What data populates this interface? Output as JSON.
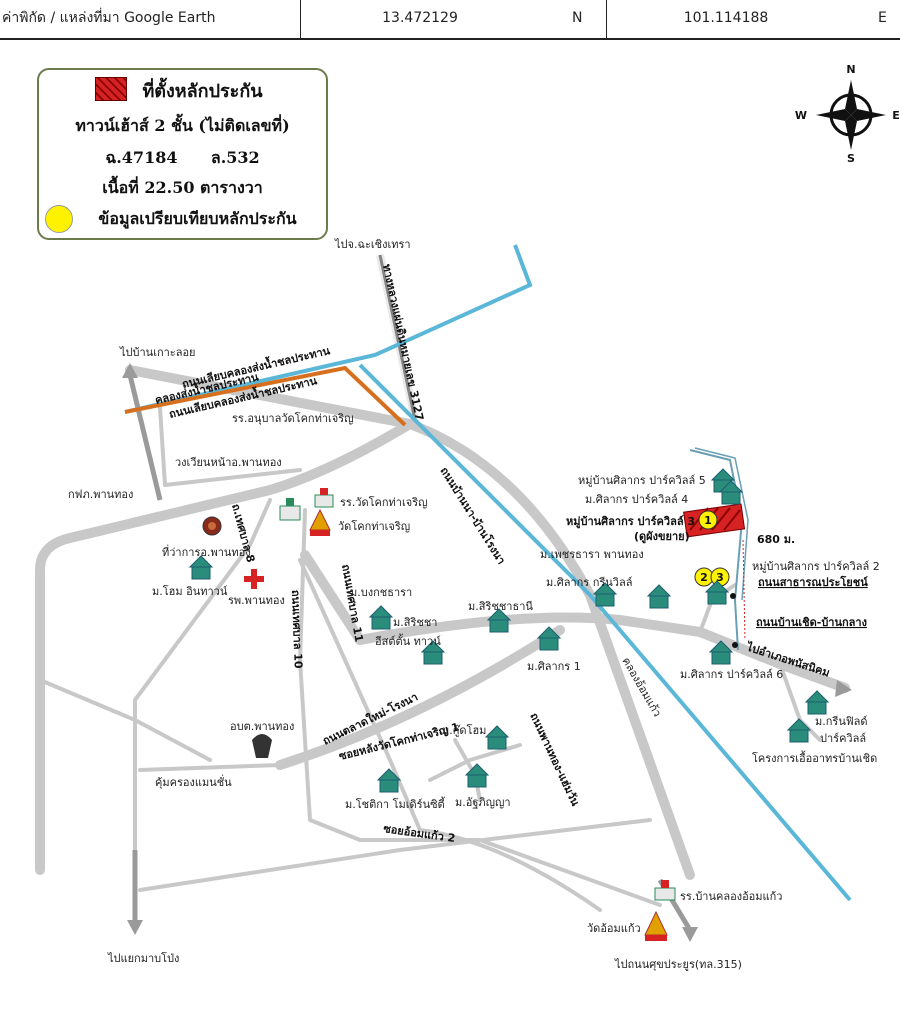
{
  "coords": {
    "source_label": "ค่าพิกัด / แหล่งที่มา Google Earth",
    "lat": "13.472129",
    "lat_dir": "N",
    "lon": "101.114188",
    "lon_dir": "E"
  },
  "legend": {
    "title": "ที่ตั้งหลักประกัน",
    "line1": "ทาวน์เฮ้าส์ 2 ชั้น (ไม่ติดเลขที่)",
    "line2": "ฉ.47184      ล.532",
    "line3": "เนื้อที่ 22.50 ตารางวา",
    "compare": "ข้อมูลเปรียบเทียบหลักประกัน"
  },
  "compass": {
    "n": "N",
    "s": "S",
    "w": "W",
    "e": "E"
  },
  "colors": {
    "road": "#c8c8c8",
    "canal": "#5bb7d8",
    "orange_road": "#d7701e",
    "pin": "#d62222",
    "compare": "#fff200"
  },
  "labels": {
    "to_chachoengsao": "ไปจ.ฉะเชิงเทรา",
    "highway_3127": "ทางหลวงแผ่นดินหมายเลข 3127",
    "to_koh_loi": "ไปบ้านเกาะลอย",
    "road_canal_1": "ถนนเลียบคลองส่งน้ำชลประทาน",
    "canal_name": "คลองส่งน้ำชลประทาน",
    "road_canal_2": "ถนนเลียบคลองส่งน้ำชลประทาน",
    "school_anuban": "รร.อนุบาลวัดโคกท่าเจริญ",
    "roundabout": "วงเวียนหน้าอ.พานทอง",
    "pea": "กฟภ.พานทอง",
    "school_kok": "รร.วัดโคกท่าเจริญ",
    "temple_kok": "วัดโคกท่าเจริญ",
    "district_office": "ที่ว่าการอ.พานทอง",
    "soi8": "ถ.เทศบาล 8",
    "home_inn": "ม.โฮม อินทาวน์",
    "hospital": "รพ.พานทอง",
    "soi10": "ถนนเทศบาล 10",
    "soi11": "ถนนเทศบาล 11",
    "bongkot": "ม.บงกชธารา",
    "sirichcha_1": "ม.สิริชชา",
    "sirichcha_2": "อีสต์ตั้น ทาวน์",
    "sirichchathani": "ม.สิริชชาธานี",
    "silakorn1": "ม.ศิลากร 1",
    "road_phanthong": "ถนนบ้านนา-บ้านโรงนา",
    "silakorn_green": "ม.ศิลากร กรีนวิลล์",
    "phet": "ม.เพชรธารา พานทอง",
    "park5": "หมู่บ้านศิลากร ปาร์ควิลล์ 5",
    "park4": "ม.ศิลากร ปาร์ควิลล์ 4",
    "park3": "หมู่บ้านศิลากร ปาร์ควิลล์ 3",
    "park3_sub": "(ดูผังขยาย)",
    "dist": "680 ม.",
    "park2": "หมู่บ้านศิลากร ปาร์ควิลล์ 2",
    "road_public": "ถนนสาธารณประโยชน์",
    "road_chet": "ถนนบ้านเชิด-บ้านกลาง",
    "to_phanat": "ไปอำเภอพนัสนิคม",
    "park6": "ม.ศิลากร ปาร์ควิลล์ 6",
    "green_field_1": "ม.กรีนฟิลด์",
    "green_field_2": "ปาร์ควิลล์",
    "food_project": "โครงการเอื้ออาทรบ้านเชิด",
    "canal_om": "คลองอ้อมแก้ว",
    "road_talad": "ถนนตลาดใหม่-โรงนา",
    "soi_lang": "ซอยหลังวัดโคกท่าเจริญ 1",
    "good_home": "ม.กู๊ดโฮม",
    "road_phan_om": "ถนนพานทอง-แฮ่มวัน",
    "obt": "อบต.พานทอง",
    "mansion": "คุ้มครองแมนชั่น",
    "chotika": "ม.โชติกา โมเดิร์นซิตี้",
    "ariya": "ม.อัฐภิญญา",
    "soi_om2": "ซอยอ้อมแก้ว 2",
    "school_om": "รร.บ้านคลองอ้อมแก้ว",
    "temple_om": "วัดอ้อมแก้ว",
    "to_mabpong": "ไปแยกมาบโป่ง",
    "to_sukprayoon": "ไปถนนศุขประยูร(ทล.315)"
  },
  "markers": {
    "pin1": "1",
    "pin2": "2",
    "pin3": "3"
  }
}
